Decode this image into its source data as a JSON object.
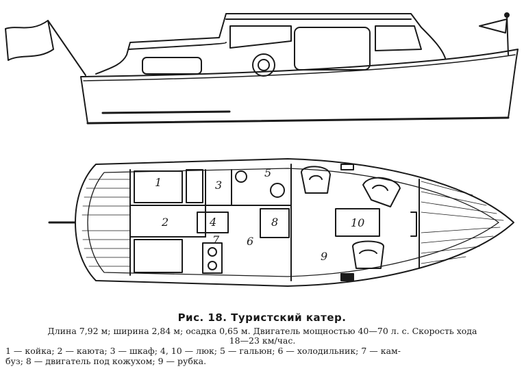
{
  "caption": {
    "title": "Рис. 18. Туристский катер.",
    "specs_line1": "Длина 7,92 м; ширина 2,84 м; осадка 0,65 м. Двигатель мощностью 40—70 л. с. Скорость хода",
    "specs_line2": "18—23 км/час."
  },
  "legend": {
    "line1": "1 — койка;   2 — каюта;   3 — шкаф;   4, 10 — люк;   5 — гальюн;   6 — холодильник;   7 — кам-",
    "line2": "буз;  8 — двигатель под кожухом;  9 — рубка."
  },
  "plan_labels": {
    "l1": "1",
    "l2": "2",
    "l3": "3",
    "l4": "4",
    "l5": "5",
    "l6": "6",
    "l7": "7",
    "l8": "8",
    "l9": "9",
    "l10": "10"
  }
}
